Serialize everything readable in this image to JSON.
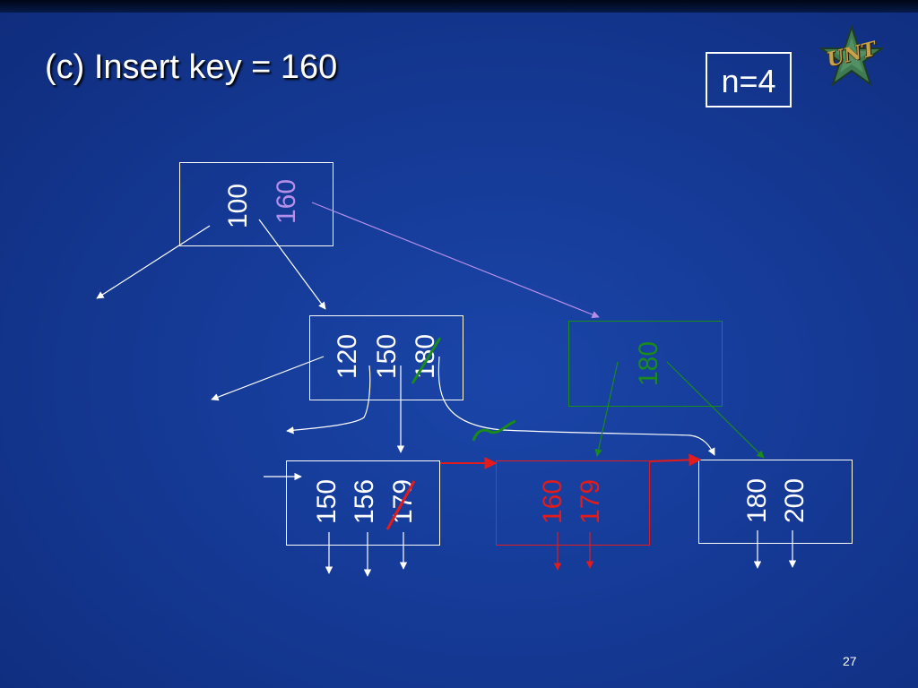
{
  "title": "(c) Insert key = 160",
  "order_label": "n=4",
  "logo_text": "UNT",
  "page_number": "27",
  "colors": {
    "background": "#1a44a8",
    "white": "#ffffff",
    "purple": "#b48ee8",
    "green": "#1a8a1a",
    "red": "#e41b1b"
  },
  "nodes": {
    "root": {
      "keys": [
        "100",
        "160"
      ]
    },
    "internal_left": {
      "keys": [
        "120",
        "150",
        "180"
      ],
      "struck_key": "180"
    },
    "internal_new": {
      "keys": [
        "180"
      ]
    },
    "leaf1": {
      "keys": [
        "150",
        "156",
        "179"
      ],
      "struck_key": "179"
    },
    "leaf2": {
      "keys": [
        "160",
        "179"
      ]
    },
    "leaf3": {
      "keys": [
        "180",
        "200"
      ]
    }
  }
}
